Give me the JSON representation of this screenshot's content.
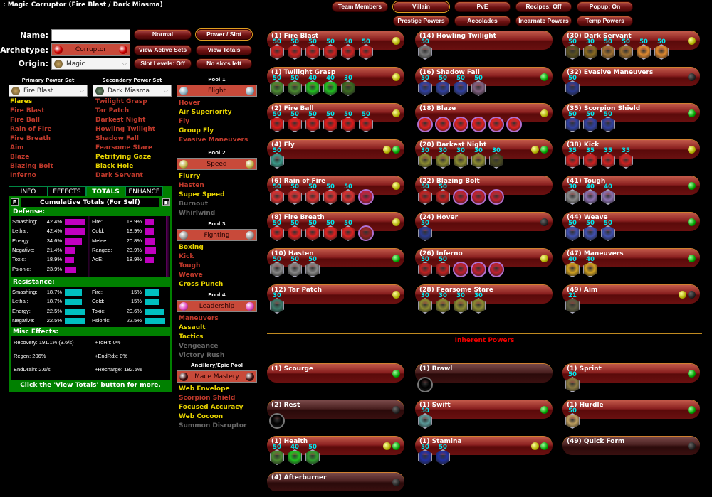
{
  "window_title": ": Magic Corruptor (Fire Blast / Dark Miasma)",
  "form": {
    "name_label": "Name:",
    "name_value": "",
    "archetype_label": "Archetype:",
    "archetype": "Corruptor",
    "origin_label": "Origin:",
    "origin": "Magic"
  },
  "buttons": {
    "normal": "Normal",
    "power_slot": "Power / Slot",
    "view_active_sets": "View Active Sets",
    "view_totals": "View Totals",
    "slot_levels": "Slot Levels: Off",
    "no_slots": "No slots left"
  },
  "top_buttons": {
    "team_members": "Team Members",
    "villain": "Villain",
    "pve": "PvE",
    "recipes": "Recipes: Off",
    "popup": "Popup: On",
    "prestige": "Prestige Powers",
    "accolades": "Accolades",
    "incarnate": "Incarnate Powers",
    "temp": "Temp Powers"
  },
  "primary": {
    "label": "Primary Power Set",
    "set": "Fire Blast",
    "powers": [
      [
        "Flares",
        "y"
      ],
      [
        "Fire Blast",
        "r"
      ],
      [
        "Fire Ball",
        "r"
      ],
      [
        "Rain of Fire",
        "r"
      ],
      [
        "Fire Breath",
        "r"
      ],
      [
        "Aim",
        "r"
      ],
      [
        "Blaze",
        "r"
      ],
      [
        "Blazing Bolt",
        "r"
      ],
      [
        "Inferno",
        "r"
      ]
    ]
  },
  "secondary": {
    "label": "Secondary Power Set",
    "set": "Dark Miasma",
    "powers": [
      [
        "Twilight Grasp",
        "r"
      ],
      [
        "Tar Patch",
        "r"
      ],
      [
        "Darkest Night",
        "r"
      ],
      [
        "Howling Twilight",
        "r"
      ],
      [
        "Shadow Fall",
        "r"
      ],
      [
        "Fearsome Stare",
        "r"
      ],
      [
        "Petrifying Gaze",
        "y"
      ],
      [
        "Black Hole",
        "y"
      ],
      [
        "Dark Servant",
        "r"
      ]
    ]
  },
  "pools": [
    {
      "label": "Pool 1",
      "set": "Flight",
      "orb": "#8ab0c0",
      "powers": [
        [
          "Hover",
          "r"
        ],
        [
          "Air Superiority",
          "y"
        ],
        [
          "Fly",
          "r"
        ],
        [
          "Group Fly",
          "y"
        ],
        [
          "Evasive Maneuvers",
          "r"
        ]
      ]
    },
    {
      "label": "Pool 2",
      "set": "Speed",
      "orb": "#c0b040",
      "powers": [
        [
          "Flurry",
          "y"
        ],
        [
          "Hasten",
          "r"
        ],
        [
          "Super Speed",
          "y"
        ],
        [
          "Burnout",
          "g"
        ],
        [
          "Whirlwind",
          "g"
        ]
      ]
    },
    {
      "label": "Pool 3",
      "set": "Fighting",
      "orb": "#999",
      "powers": [
        [
          "Boxing",
          "y"
        ],
        [
          "Kick",
          "r"
        ],
        [
          "Tough",
          "r"
        ],
        [
          "Weave",
          "r"
        ],
        [
          "Cross Punch",
          "y"
        ]
      ]
    },
    {
      "label": "Pool 4",
      "set": "Leadership",
      "orb": "#e040c0",
      "powers": [
        [
          "Maneuvers",
          "r"
        ],
        [
          "Assault",
          "y"
        ],
        [
          "Tactics",
          "y"
        ],
        [
          "Vengeance",
          "g"
        ],
        [
          "Victory Rush",
          "g"
        ]
      ]
    },
    {
      "label": "Ancillary/Epic Pool",
      "set": "Mace Mastery",
      "orb": "#300",
      "powers": [
        [
          "Web Envelope",
          "y"
        ],
        [
          "Scorpion Shield",
          "r"
        ],
        [
          "Focused Accuracy",
          "y"
        ],
        [
          "Web Cocoon",
          "y"
        ],
        [
          "Summon Disruptor",
          "g"
        ]
      ]
    }
  ],
  "totals": {
    "tabs": [
      "INFO",
      "EFFECTS",
      "TOTALS",
      "ENHANCE"
    ],
    "active_tab": "TOTALS",
    "f_button": "F",
    "header": "Cumulative Totals (For Self)",
    "defense_label": "Defense:",
    "defense_color": "#c000c0",
    "defense_left": [
      [
        "Smashing:",
        "42.4%",
        42.4
      ],
      [
        "Lethal:",
        "42.4%",
        42.4
      ],
      [
        "Energy:",
        "34.6%",
        34.6
      ],
      [
        "Negative:",
        "21.4%",
        21.4
      ],
      [
        "Toxic:",
        "18.9%",
        18.9
      ],
      [
        "Psionic:",
        "23.9%",
        23.9
      ]
    ],
    "defense_right": [
      [
        "Fire:",
        "18.9%",
        18.9
      ],
      [
        "Cold:",
        "18.9%",
        18.9
      ],
      [
        "Melee:",
        "20.8%",
        20.8
      ],
      [
        "Ranged:",
        "23.9%",
        23.9
      ],
      [
        "AoE:",
        "18.9%",
        18.9
      ]
    ],
    "resistance_label": "Resistance:",
    "resistance_color": "#00c0c0",
    "resistance_left": [
      [
        "Smashing:",
        "18.7%",
        18.7
      ],
      [
        "Lethal:",
        "18.7%",
        18.7
      ],
      [
        "Energy:",
        "22.5%",
        22.5
      ],
      [
        "Negative:",
        "22.5%",
        22.5
      ]
    ],
    "resistance_right": [
      [
        "Fire:",
        "15%",
        15
      ],
      [
        "Cold:",
        "15%",
        15
      ],
      [
        "Toxic:",
        "20.6%",
        20.6
      ],
      [
        "Psionic:",
        "22.5%",
        22.5
      ]
    ],
    "misc_label": "Misc Effects:",
    "misc": [
      "Recovery: 191.1% (3.6/s)",
      "+ToHit: 0%",
      "Regen: 206%",
      "+EndRdx: 0%",
      "EndDrain: 2.6/s",
      "+Recharge: 182.5%"
    ],
    "footer": "Click the 'View Totals' button for more."
  },
  "columns": [
    [
      {
        "name": "(1) Fire Blast",
        "lights": [
          "y"
        ],
        "slots": [
          [
            "50",
            "#d02020"
          ],
          [
            "50",
            "#d02020"
          ],
          [
            "50",
            "#d02020"
          ],
          [
            "50",
            "#d02020"
          ],
          [
            "50",
            "#d02020"
          ],
          [
            "50",
            "#d02020"
          ]
        ]
      },
      {
        "name": "(1) Twilight Grasp",
        "lights": [
          "y"
        ],
        "slots": [
          [
            "50",
            "#4a8a30"
          ],
          [
            "50",
            "#4a8a30"
          ],
          [
            "40",
            "#20c020"
          ],
          [
            "40",
            "#20c020"
          ],
          [
            "30",
            "#3a6a20"
          ]
        ]
      },
      {
        "name": "(2) Fire Ball",
        "lights": [
          "y"
        ],
        "slots": [
          [
            "50",
            "#e01818"
          ],
          [
            "50",
            "#e01818"
          ],
          [
            "50",
            "#e01818"
          ],
          [
            "50",
            "#e01818"
          ],
          [
            "50",
            "#e01818"
          ],
          [
            "50",
            "#e01818"
          ]
        ]
      },
      {
        "name": "(4) Fly",
        "lights": [
          "y",
          "g"
        ],
        "slots": [
          [
            "50",
            "#3a9a8a"
          ]
        ]
      },
      {
        "name": "(6) Rain of Fire",
        "lights": [
          "y"
        ],
        "slots": [
          [
            "50",
            "#d83030"
          ],
          [
            "50",
            "#d83030"
          ],
          [
            "50",
            "#d83030"
          ],
          [
            "50",
            "#d83030"
          ],
          [
            "50",
            "#d83030"
          ],
          [
            "",
            "#c02040",
            "r"
          ]
        ]
      },
      {
        "name": "(8) Fire Breath",
        "lights": [
          "y"
        ],
        "slots": [
          [
            "50",
            "#e02020"
          ],
          [
            "50",
            "#e02020"
          ],
          [
            "50",
            "#e02020"
          ],
          [
            "50",
            "#e02020"
          ],
          [
            "50",
            "#e02020"
          ],
          [
            "",
            "#902020",
            "r"
          ]
        ]
      },
      {
        "name": "(10) Hasten",
        "lights": [
          "g"
        ],
        "slots": [
          [
            "50",
            "#888"
          ],
          [
            "50",
            "#888"
          ],
          [
            "50",
            "#888"
          ]
        ]
      },
      {
        "name": "(12) Tar Patch",
        "lights": [
          "y"
        ],
        "slots": [
          [
            "30",
            "#3a7a6a"
          ]
        ]
      }
    ],
    [
      {
        "name": "(14) Howling Twilight",
        "lights": [],
        "slots": [
          [
            "50",
            "#777"
          ]
        ]
      },
      {
        "name": "(16) Shadow Fall",
        "lights": [
          "g"
        ],
        "slots": [
          [
            "50",
            "#3040a0"
          ],
          [
            "50",
            "#3040a0"
          ],
          [
            "50",
            "#3040a0"
          ],
          [
            "50",
            "#806080"
          ]
        ]
      },
      {
        "name": "(18) Blaze",
        "lights": [
          "y"
        ],
        "slots": [
          [
            "",
            "#e02020",
            "r"
          ],
          [
            "",
            "#e02020",
            "r"
          ],
          [
            "",
            "#e02020",
            "r"
          ],
          [
            "",
            "#e02020",
            "r"
          ],
          [
            "",
            "#e02020",
            "r"
          ],
          [
            "",
            "#e02020",
            "r"
          ]
        ]
      },
      {
        "name": "(20) Darkest Night",
        "lights": [
          "y",
          "g"
        ],
        "slots": [
          [
            "30",
            "#8a8a30"
          ],
          [
            "30",
            "#8a8a30"
          ],
          [
            "30",
            "#8a8a30"
          ],
          [
            "30",
            "#8a8a30"
          ],
          [
            "30",
            "#4a4a20"
          ]
        ]
      },
      {
        "name": "(22) Blazing Bolt",
        "lights": [],
        "slots": [
          [
            "50",
            "#c02020"
          ],
          [
            "50",
            "#c02020"
          ],
          [
            "",
            "#c02030",
            "r"
          ],
          [
            "",
            "#c02030",
            "r"
          ],
          [
            "",
            "#c02030",
            "r"
          ]
        ]
      },
      {
        "name": "(24) Hover",
        "lights": [
          "k"
        ],
        "slots": [
          [
            "50",
            "#2a3a90"
          ]
        ]
      },
      {
        "name": "(26) Inferno",
        "lights": [
          "y"
        ],
        "slots": [
          [
            "50",
            "#c02020"
          ],
          [
            "50",
            "#c02020"
          ],
          [
            "",
            "#c02030",
            "r"
          ],
          [
            "",
            "#c02030",
            "r"
          ],
          [
            "",
            "#c02030",
            "r"
          ]
        ]
      },
      {
        "name": "(28) Fearsome Stare",
        "lights": [],
        "slots": [
          [
            "30",
            "#8a8a30"
          ],
          [
            "30",
            "#8a8a30"
          ],
          [
            "30",
            "#8a8a30"
          ],
          [
            "30",
            "#8a8a30"
          ]
        ]
      }
    ],
    [
      {
        "name": "(30) Dark Servant",
        "lights": [
          "y"
        ],
        "slots": [
          [
            "50",
            "#5a5020"
          ],
          [
            "30",
            "#8a6a20"
          ],
          [
            "50",
            "#a07030"
          ],
          [
            "50",
            "#a07030"
          ],
          [
            "50",
            "#e08a30"
          ],
          [
            "50",
            "#e08a30"
          ]
        ]
      },
      {
        "name": "(32) Evasive Maneuvers",
        "lights": [
          "k"
        ],
        "slots": [
          [
            "50",
            "#2a3a90"
          ]
        ]
      },
      {
        "name": "(35) Scorpion Shield",
        "lights": [
          "g"
        ],
        "slots": [
          [
            "50",
            "#3040a0"
          ],
          [
            "50",
            "#3040a0"
          ],
          [
            "50",
            "#3040a0"
          ]
        ]
      },
      {
        "name": "(38) Kick",
        "lights": [
          "y"
        ],
        "slots": [
          [
            "35",
            "#d02020"
          ],
          [
            "35",
            "#d02020"
          ],
          [
            "35",
            "#d02020"
          ],
          [
            "35",
            "#d02020"
          ]
        ]
      },
      {
        "name": "(41) Tough",
        "lights": [
          "g"
        ],
        "slots": [
          [
            "30",
            "#888"
          ],
          [
            "40",
            "#8a70b0"
          ],
          [
            "40",
            "#8a70b0"
          ]
        ]
      },
      {
        "name": "(44) Weave",
        "lights": [
          "g"
        ],
        "slots": [
          [
            "50",
            "#4050b0"
          ],
          [
            "50",
            "#4050b0"
          ],
          [
            "50",
            "#4050b0"
          ]
        ]
      },
      {
        "name": "(47) Maneuvers",
        "lights": [
          "g"
        ],
        "slots": [
          [
            "40",
            "#d0a020"
          ],
          [
            "40",
            "#d0a020"
          ]
        ]
      },
      {
        "name": "(49) Aim",
        "lights": [
          "y",
          "k"
        ],
        "slots": [
          [
            "21",
            "#5a5a40"
          ]
        ]
      }
    ]
  ],
  "inherent_title": "Inherent Powers",
  "inherent": [
    [
      {
        "name": "(1) Scourge",
        "lights": [
          "g"
        ],
        "slots": []
      },
      {
        "name": "(2) Rest",
        "lights": [
          "k"
        ],
        "dim": true,
        "slots": [
          [
            "",
            "#000",
            "e"
          ]
        ]
      },
      {
        "name": "(1) Health",
        "lights": [
          "y",
          "g"
        ],
        "slots": [
          [
            "50",
            "#4a8a30"
          ],
          [
            "40",
            "#20c020"
          ],
          [
            "50",
            "#30a030"
          ]
        ]
      },
      {
        "name": "(4) Afterburner",
        "lights": [
          "k"
        ],
        "dim": true,
        "slots": []
      }
    ],
    [
      {
        "name": "(1) Brawl",
        "lights": [],
        "dim": true,
        "slots": [
          [
            "",
            "#000",
            "e"
          ]
        ]
      },
      {
        "name": "(1) Swift",
        "lights": [
          "g"
        ],
        "slots": [
          [
            "50",
            "#5a9a9a"
          ]
        ]
      },
      {
        "name": "(1) Stamina",
        "lights": [
          "y",
          "g"
        ],
        "slots": [
          [
            "50",
            "#2030a0"
          ],
          [
            "50",
            "#2030a0"
          ]
        ]
      }
    ],
    [
      {
        "name": "(1) Sprint",
        "lights": [
          "g"
        ],
        "slots": [
          [
            "50",
            "#8a7a40"
          ]
        ]
      },
      {
        "name": "(1) Hurdle",
        "lights": [
          "g"
        ],
        "slots": [
          [
            "50",
            "#c0a060"
          ]
        ]
      },
      {
        "name": "(49) Quick Form",
        "lights": [
          "k"
        ],
        "dim": true,
        "slots": []
      }
    ]
  ]
}
